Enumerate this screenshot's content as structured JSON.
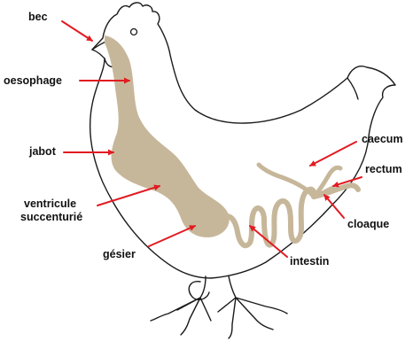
{
  "colors": {
    "arrow": "#e21b22",
    "tract": "#c7b79a",
    "outline": "#1a1a1a",
    "text": "#111111"
  },
  "labels": {
    "bec": "bec",
    "oesophage": "oesophage",
    "jabot": "jabot",
    "ventricule_line1": "ventricule",
    "ventricule_line2": "succenturié",
    "gesier": "gésier",
    "intestin": "intestin",
    "caecum": "caecum",
    "rectum": "rectum",
    "cloaque": "cloaque"
  }
}
